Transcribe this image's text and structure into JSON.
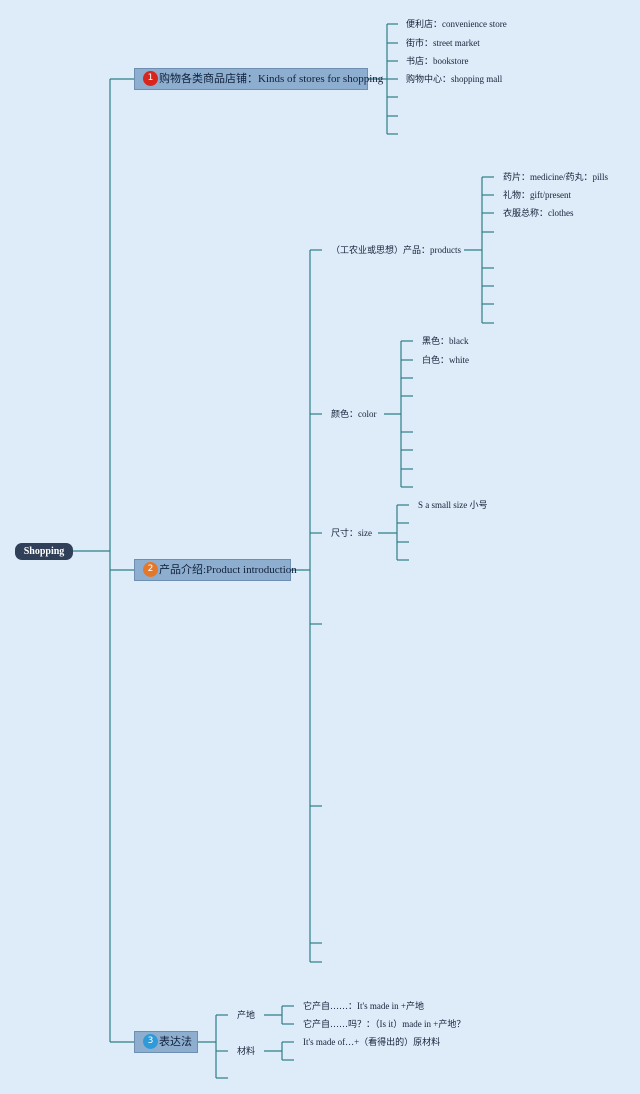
{
  "root": {
    "label": "Shopping"
  },
  "branches": [
    {
      "num": "1",
      "label": "购物各类商品店铺：Kinds of stores for shopping",
      "badge_color": "#d9261c",
      "items": [
        "便利店：convenience store",
        "街市：street market",
        "书店：bookstore",
        "购物中心：shopping mall"
      ]
    },
    {
      "num": "2",
      "label": "产品介绍:Product introduction",
      "badge_color": "#e4782a",
      "subs": [
        {
          "label": "（工农业或思想）产品：products",
          "items": [
            "药片：medicine/药丸：pills",
            "礼物：gift/present",
            "衣服总称：clothes"
          ]
        },
        {
          "label": "颜色：color",
          "items": [
            "黑色：black",
            "白色：white"
          ]
        },
        {
          "label": "尺寸：size",
          "items": [
            "S a small size  小号"
          ]
        }
      ]
    },
    {
      "num": "3",
      "label": "表达法",
      "badge_color": "#2f9ad8",
      "subs": [
        {
          "label": "产地",
          "items": [
            "它产自……：It's made in +产地",
            "它产自……吗？：（Is it）made in +产地？"
          ]
        },
        {
          "label": "材料",
          "items": [
            "It's made of…+（看得出的）原材料"
          ]
        }
      ]
    }
  ],
  "colors": {
    "background": "#deebf8",
    "line": "#2e7f86",
    "branch_fill": "#8eaed0",
    "root_fill": "#2f4058"
  }
}
